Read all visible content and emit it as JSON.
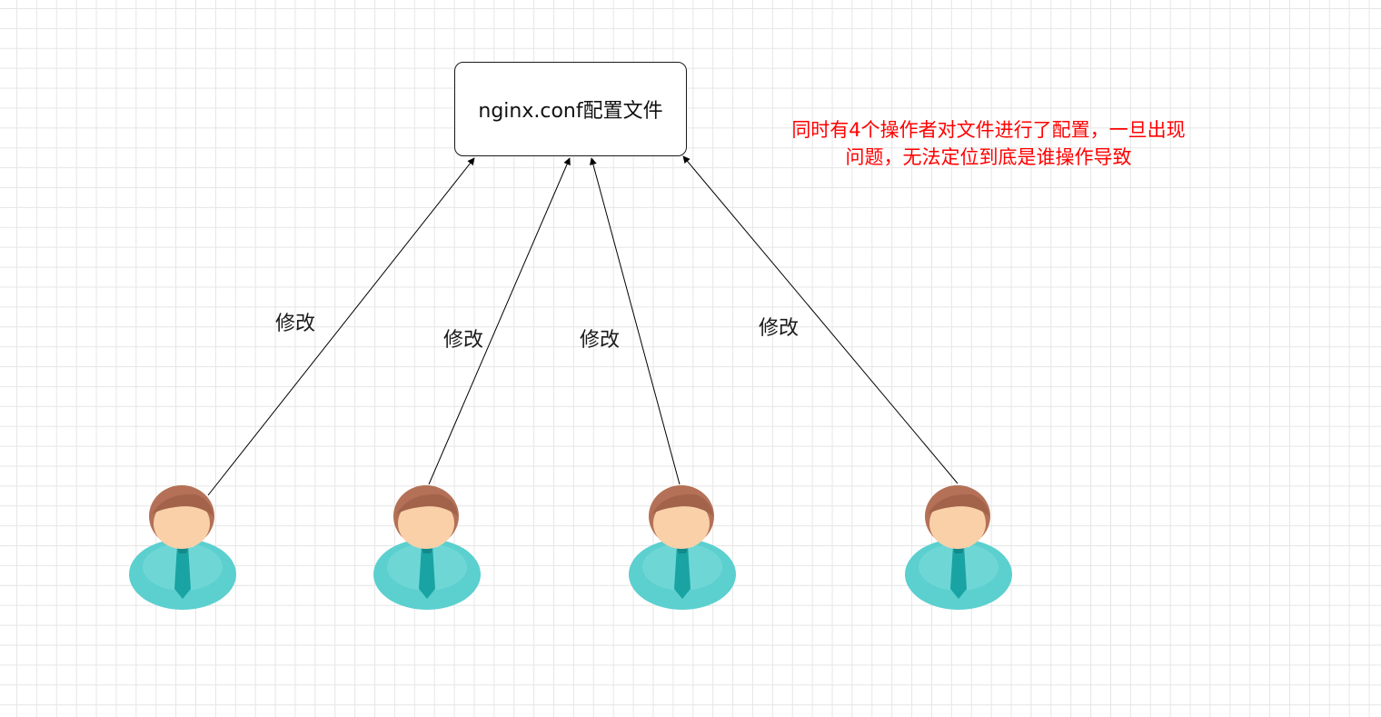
{
  "diagram": {
    "config_box": {
      "label": "nginx.conf配置文件"
    },
    "edge_labels": [
      "修改",
      "修改",
      "修改",
      "修改"
    ],
    "note": "同时有4个操作者对文件进行了配置，一旦出现问题，无法定位到底是谁操作导致",
    "people": [
      {
        "icon": "person-icon"
      },
      {
        "icon": "person-icon"
      },
      {
        "icon": "person-icon"
      },
      {
        "icon": "person-icon"
      }
    ],
    "colors": {
      "note_text": "#ff0000",
      "person_body": "#5ccfcf",
      "person_hair": "#b47157",
      "person_face": "#f9d0a8",
      "tie": "#1aa3a3"
    }
  }
}
